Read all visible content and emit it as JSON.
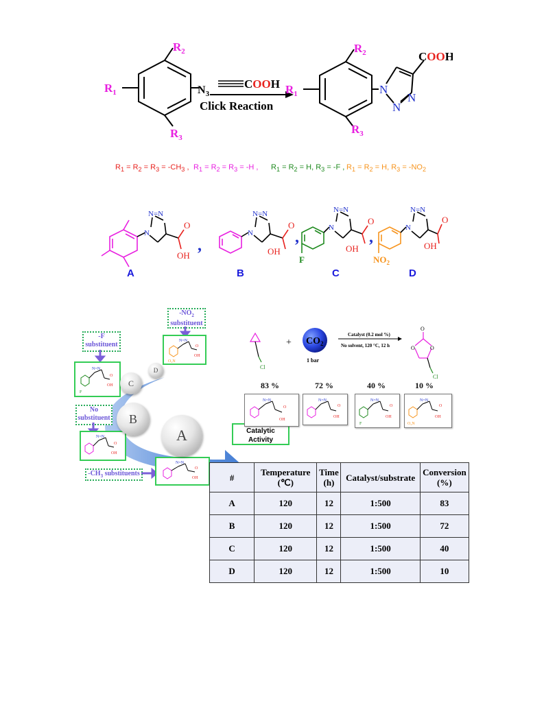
{
  "scheme": {
    "r1": "R1",
    "r2": "R2",
    "r3": "R3",
    "azide": "N3",
    "reagent_cooh": "COOH",
    "arrow_label": "Click Reaction",
    "product_cooh": "COOH",
    "n1": "N",
    "n2": "N",
    "n3": "N"
  },
  "substituents": [
    {
      "text": "R1 = R2 = R3 = -CH3 ,",
      "color": "#e8231f"
    },
    {
      "text": "R1 = R2 = R3 = -H ,",
      "color": "#e81fe0"
    },
    {
      "text": "R1 = R2 = H, R3 = -F ,",
      "color": "#1f8a1f"
    },
    {
      "text": "R1 = R2 = H, R3 = -NO2",
      "color": "#f7941d"
    }
  ],
  "compounds": [
    {
      "label": "A",
      "oh": "OH",
      "o": "O"
    },
    {
      "label": "B",
      "oh": "OH",
      "o": "O"
    },
    {
      "label": "C",
      "oh": "OH",
      "o": "O",
      "f": "F"
    },
    {
      "label": "D",
      "oh": "OH",
      "o": "O",
      "no2": "NO2"
    }
  ],
  "activity_panel": {
    "no2_box": [
      "-NO2",
      "substituent"
    ],
    "f_box": [
      "-F",
      "substituent"
    ],
    "no_box": [
      "No",
      "substituent"
    ],
    "ch3_box": "-CH3 substituents",
    "arrow_label": [
      "Catalytic",
      "Activity"
    ],
    "spheres": [
      "D",
      "C",
      "B",
      "A"
    ]
  },
  "co2_reaction": {
    "co2": "CO2",
    "plus": "+",
    "pressure": "1 bar",
    "conditions_top": "Catalyst (0.2 mol %)",
    "conditions_bottom": "No solvent, 120 °C, 12 h",
    "cl_left": "Cl",
    "cl_right": "Cl",
    "o_ring": "O",
    "o_carbonyl": "O"
  },
  "conversions": [
    "83 %",
    "72 %",
    "40 %",
    "10 %"
  ],
  "table": {
    "headers": [
      "#",
      "Temperature\n(℃)",
      "Time\n(h)",
      "Catalyst/substrate",
      "Conversion\n(%)"
    ],
    "rows": [
      [
        "A",
        "120",
        "12",
        "1:500",
        "83"
      ],
      [
        "B",
        "120",
        "12",
        "1:500",
        "72"
      ],
      [
        "C",
        "120",
        "12",
        "1:500",
        "40"
      ],
      [
        "D",
        "120",
        "12",
        "1:500",
        "10"
      ]
    ]
  },
  "colors": {
    "magenta": "#e81fe0",
    "red": "#e8231f",
    "green": "#1f8a1f",
    "orange": "#f7941d",
    "blue_label": "#1a1adc",
    "triazole_blue": "#2233cc",
    "box_green": "#33cc55",
    "table_bg": "#eceef8"
  }
}
